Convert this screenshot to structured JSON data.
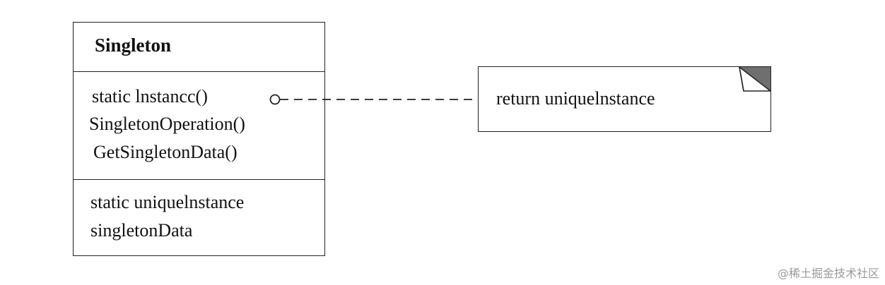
{
  "class": {
    "name": "Singleton",
    "operations": [
      "static lnstancc()",
      "SingletonOperation()",
      "GetSingletonData()"
    ],
    "attributes": [
      "static uniquelnstance",
      "singletonData"
    ]
  },
  "note": {
    "text": "return uniquelnstance"
  },
  "watermark": "@稀土掘金技术社区",
  "colors": {
    "stroke": "#222222",
    "fold_fill": "#6f6f6f",
    "watermark": "#9a9a9a"
  }
}
